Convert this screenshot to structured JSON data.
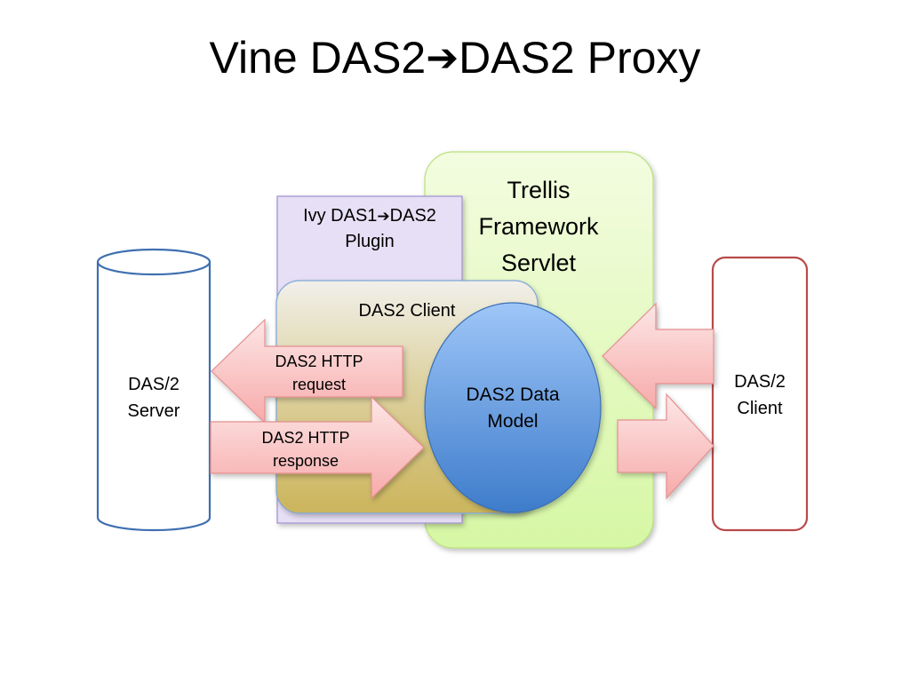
{
  "title": {
    "part1": "Vine DAS2",
    "arrow": "➔",
    "part2": "DAS2 Proxy"
  },
  "boxes": {
    "trellis": {
      "line1": "Trellis",
      "line2": "Framework",
      "line3": "Servlet"
    },
    "ivy": {
      "line1_a": "Ivy DAS1",
      "arrow": "➔",
      "line1_b": "DAS2",
      "line2": "Plugin"
    },
    "das2_client": "DAS2 Client",
    "data_model": {
      "line1": "DAS2 Data",
      "line2": "Model"
    },
    "server": {
      "line1": "DAS/2",
      "line2": "Server"
    },
    "client": {
      "line1": "DAS/2",
      "line2": "Client"
    }
  },
  "arrows": {
    "request": {
      "line1": "DAS2 HTTP",
      "line2": "request"
    },
    "response": {
      "line1": "DAS2 HTTP",
      "line2": "response"
    }
  },
  "colors": {
    "trellis_fill_top": "#f3fce0",
    "trellis_fill_bottom": "#d6f7a4",
    "ivy_fill": "#e6dff5",
    "ivy_stroke": "#9f8fd0",
    "client_box_top": "#f1f0ea",
    "client_box_bottom": "#cbb55c",
    "ellipse_top": "#9ec6f8",
    "ellipse_bottom": "#3e7ccb",
    "cylinder_stroke": "#3f6fb0",
    "client_stroke": "#b84b4b",
    "arrow_fill_top": "#fde3e3",
    "arrow_fill_bottom": "#f8aeae",
    "arrow_stroke": "#e48f8f"
  }
}
